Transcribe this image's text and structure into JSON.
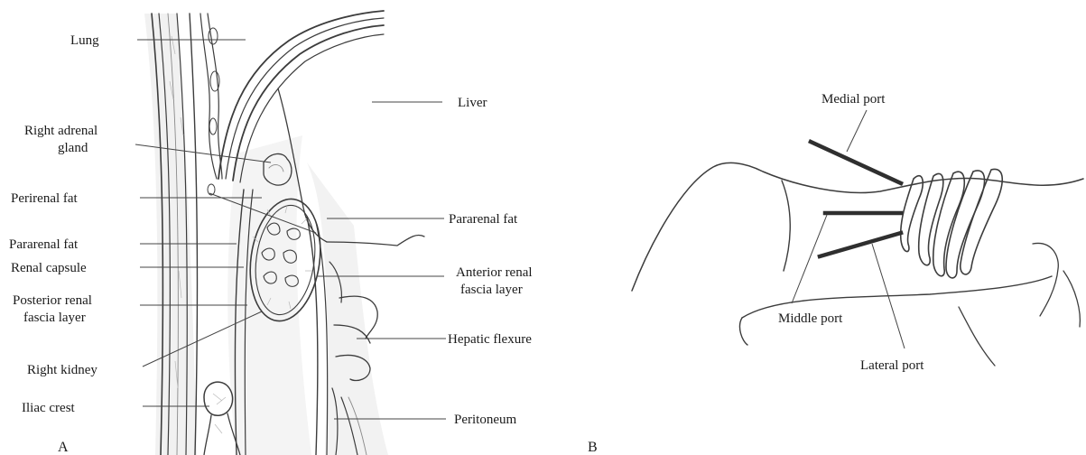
{
  "panel_a": {
    "panel_letter": "A",
    "labels": {
      "lung": "Lung",
      "liver": "Liver",
      "right_adrenal_gland_line1": "Right adrenal",
      "right_adrenal_gland_line2": "gland",
      "perirenal_fat": "Perirenal fat",
      "pararenal_fat_left": "Pararenal fat",
      "pararenal_fat_right": "Pararenal fat",
      "renal_capsule": "Renal capsule",
      "posterior_fascia_line1": "Posterior renal",
      "posterior_fascia_line2": "fascia layer",
      "anterior_fascia_line1": "Anterior renal",
      "anterior_fascia_line2": "fascia layer",
      "right_kidney": "Right kidney",
      "hepatic_flexure": "Hepatic flexure",
      "iliac_crest": "Iliac crest",
      "peritoneum": "Peritoneum"
    }
  },
  "panel_b": {
    "panel_letter": "B",
    "labels": {
      "medial_port": "Medial port",
      "middle_port": "Middle port",
      "lateral_port": "Lateral port"
    }
  }
}
